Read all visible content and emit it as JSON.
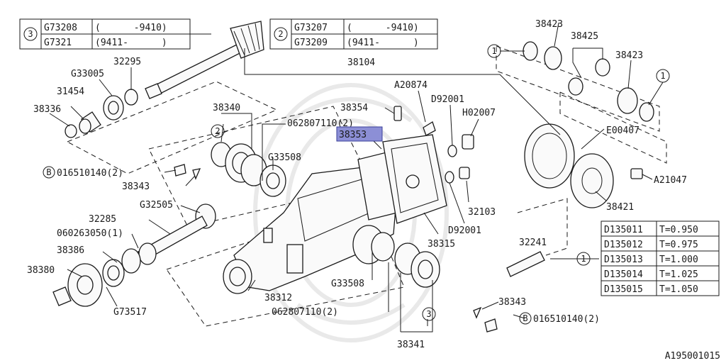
{
  "diagram": {
    "doc_code": "A195001015",
    "labels": [
      {
        "key": "l38104",
        "text": "38104"
      },
      {
        "key": "l32295",
        "text": "32295"
      },
      {
        "key": "lG33005",
        "text": "G33005"
      },
      {
        "key": "l31454",
        "text": "31454"
      },
      {
        "key": "l38336",
        "text": "38336"
      },
      {
        "key": "l38340",
        "text": "38340"
      },
      {
        "key": "l062807110a",
        "text": "062807110(2)"
      },
      {
        "key": "lG33508a",
        "text": "G33508"
      },
      {
        "key": "l016510140a",
        "text": "016510140(2)"
      },
      {
        "key": "l38343a",
        "text": "38343"
      },
      {
        "key": "lG32505",
        "text": "G32505"
      },
      {
        "key": "l32285",
        "text": "32285"
      },
      {
        "key": "l060263050",
        "text": "060263050(1)"
      },
      {
        "key": "l38386",
        "text": "38386"
      },
      {
        "key": "l38380",
        "text": "38380"
      },
      {
        "key": "lG73517",
        "text": "G73517"
      },
      {
        "key": "l38312",
        "text": "38312"
      },
      {
        "key": "lG33508b",
        "text": "G33508"
      },
      {
        "key": "l062807110b",
        "text": "062807110(2)"
      },
      {
        "key": "l38341",
        "text": "38341"
      },
      {
        "key": "l38343b",
        "text": "38343"
      },
      {
        "key": "l016510140b",
        "text": "016510140(2)"
      },
      {
        "key": "l38354",
        "text": "38354"
      },
      {
        "key": "l38353",
        "text": "38353"
      },
      {
        "key": "lA20874",
        "text": "A20874"
      },
      {
        "key": "lD92001a",
        "text": "D92001"
      },
      {
        "key": "lH02007",
        "text": "H02007"
      },
      {
        "key": "l32103",
        "text": "32103"
      },
      {
        "key": "lD92001b",
        "text": "D92001"
      },
      {
        "key": "l38315",
        "text": "38315"
      },
      {
        "key": "l32241",
        "text": "32241"
      },
      {
        "key": "l38423a",
        "text": "38423"
      },
      {
        "key": "l38425",
        "text": "38425"
      },
      {
        "key": "l38423b",
        "text": "38423"
      },
      {
        "key": "lE00407",
        "text": "E00407"
      },
      {
        "key": "lA21047",
        "text": "A21047"
      },
      {
        "key": "l38421",
        "text": "38421"
      }
    ],
    "circle_marks": {
      "one": "1",
      "two": "2",
      "three": "3",
      "B": "B"
    },
    "table_gear3": {
      "ref": "3",
      "rows": [
        {
          "part": "G73208",
          "range": "(      -9410)"
        },
        {
          "part": "G7321",
          "range": "(9411-      )"
        }
      ]
    },
    "table_gear2": {
      "ref": "2",
      "rows": [
        {
          "part": "G73207",
          "range": "(      -9410)"
        },
        {
          "part": "G73209",
          "range": "(9411-      )"
        }
      ]
    },
    "table_shims": {
      "ref": "1",
      "rows": [
        {
          "part": "D135011",
          "thickness": "T=0.950"
        },
        {
          "part": "D135012",
          "thickness": "T=0.975"
        },
        {
          "part": "D135013",
          "thickness": "T=1.000"
        },
        {
          "part": "D135014",
          "thickness": "T=1.025"
        },
        {
          "part": "D135015",
          "thickness": "T=1.050"
        }
      ]
    },
    "highlight_color": "#8c8fd6"
  }
}
